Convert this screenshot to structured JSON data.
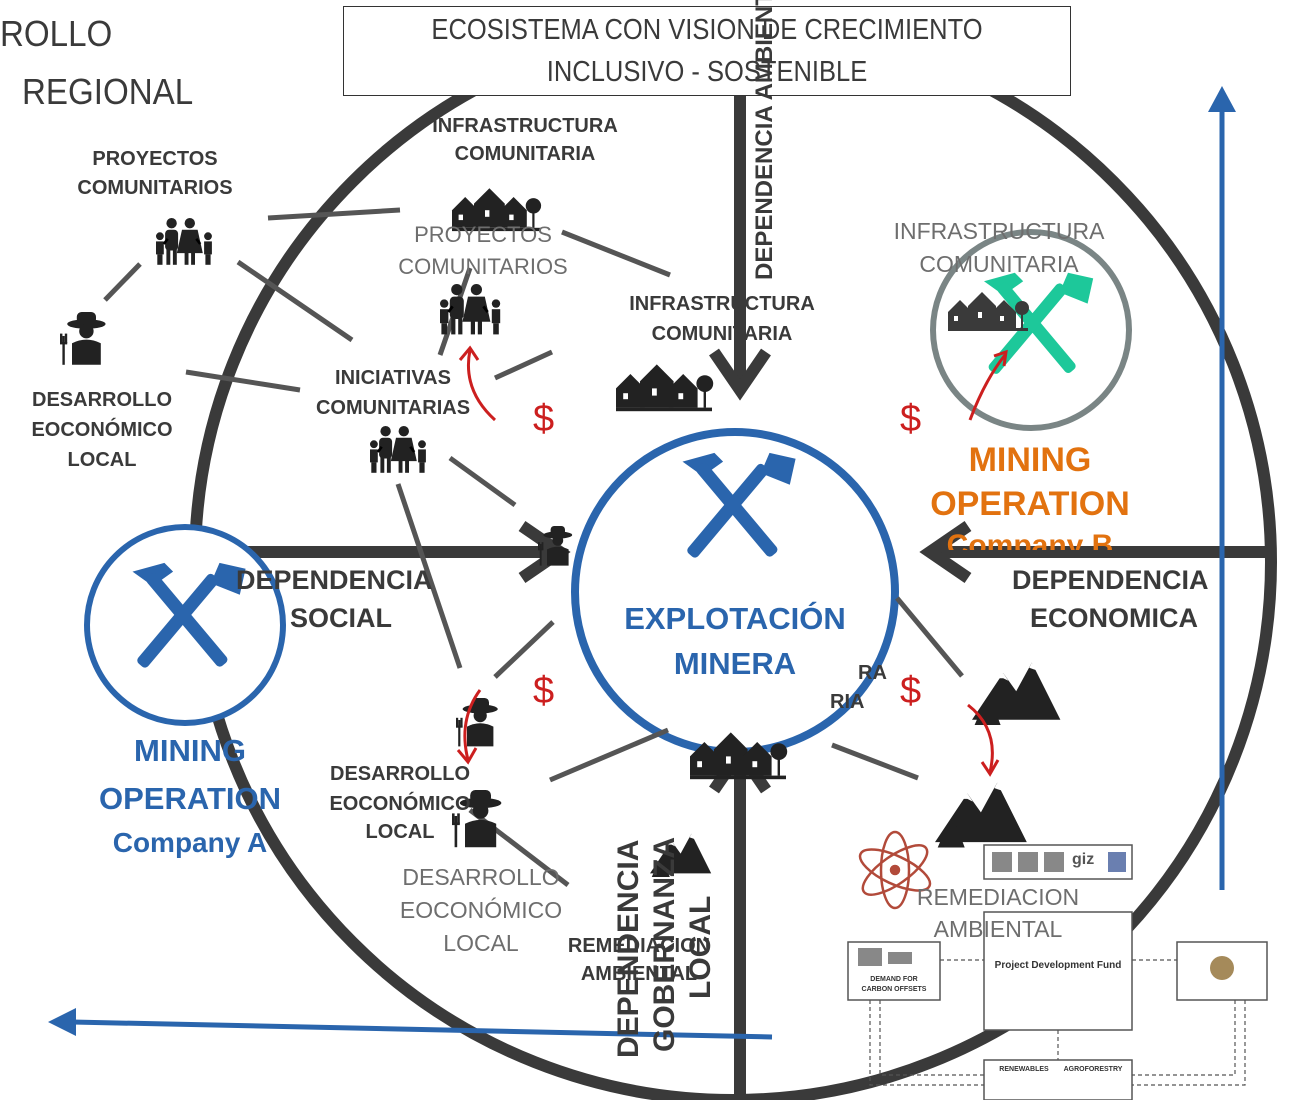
{
  "header": {
    "title_partial_line1": "ROLLO",
    "title_partial_line2": "REGIONAL",
    "box_line1": "ECOSISTEMA CON VISION DE CRECIMIENTO",
    "box_line2": "INCLUSIVO - SOSTENIBLE"
  },
  "quadrants": {
    "environmental": "DEPENDENCIA AMBIENTAL",
    "social_line1": "DEPENDENCIA",
    "social_line2": "SOCIAL",
    "economic_line1": "DEPENDENCIA",
    "economic_line2": "ECONOMICA",
    "governance_line1": "DEPENDENCIA",
    "governance_line2": "GOBERNANZA",
    "governance_line3": "LOCAL"
  },
  "center": {
    "line1": "EXPLOTACIÓN",
    "line2": "MINERA"
  },
  "operations": {
    "a": {
      "line1": "MINING",
      "line2": "OPERATION",
      "line3": "Company A"
    },
    "b": {
      "line1": "MINING",
      "line2": "OPERATION",
      "line3": "Company B"
    }
  },
  "labels": {
    "proyectos_outer_1": "PROYECTOS",
    "proyectos_outer_2": "COMUNITARIOS",
    "desarrollo_outer_1": "DESARROLLO",
    "desarrollo_outer_2": "EOCONÓMICO",
    "desarrollo_outer_3": "LOCAL",
    "infra_top_1": "INFRASTRUCTURA",
    "infra_top_2": "COMUNITARIA",
    "proyectos_gray_1": "PROYECTOS",
    "proyectos_gray_2": "COMUNITARIOS",
    "iniciativas_1": "INICIATIVAS",
    "iniciativas_2": "COMUNITARIAS",
    "infra_mid_1": "INFRASTRUCTURA",
    "infra_mid_2": "COMUNITARIA",
    "infra_right_1": "INFRASTRUCTURA",
    "infra_right_2": "COMUNITARIA",
    "infra_low_1": "RA",
    "infra_low_2": "RIA",
    "desarrollo_inner_1": "DESARROLLO",
    "desarrollo_inner_2": "EOCONÓMICO",
    "desarrollo_inner_3": "LOCAL",
    "desarrollo_gray_1": "DESARROLLO",
    "desarrollo_gray_2": "EOCONÓMICO",
    "desarrollo_gray_3": "LOCAL",
    "remediacion_dark_1": "REMEDIACION",
    "remediacion_dark_2": "AMBIENTAL",
    "remediacion_gray_1": "REMEDIACION",
    "remediacion_gray_2": "AMBIENTAL"
  },
  "currency_symbol": "$",
  "inset": {
    "project_box": "Project Development Fund",
    "left_box_1": "DEMAND FOR",
    "left_box_2": "CARBON OFFSETS",
    "bottom_box_1": "RENEWABLES",
    "bottom_box_2": "AGROFORESTRY",
    "logo_text": "giz"
  },
  "colors": {
    "ring": "#3a3a3a",
    "blue": "#2a65ad",
    "orange": "#e2720f",
    "teal": "#1dc89a",
    "red": "#cc1f1f",
    "gray": "#6e6e6e"
  },
  "icons": [
    "people-icon",
    "farmer-icon",
    "houses-icon",
    "mountains-icon",
    "mining-hammers-icon",
    "red-curved-arrow-icon",
    "atom-icon"
  ]
}
